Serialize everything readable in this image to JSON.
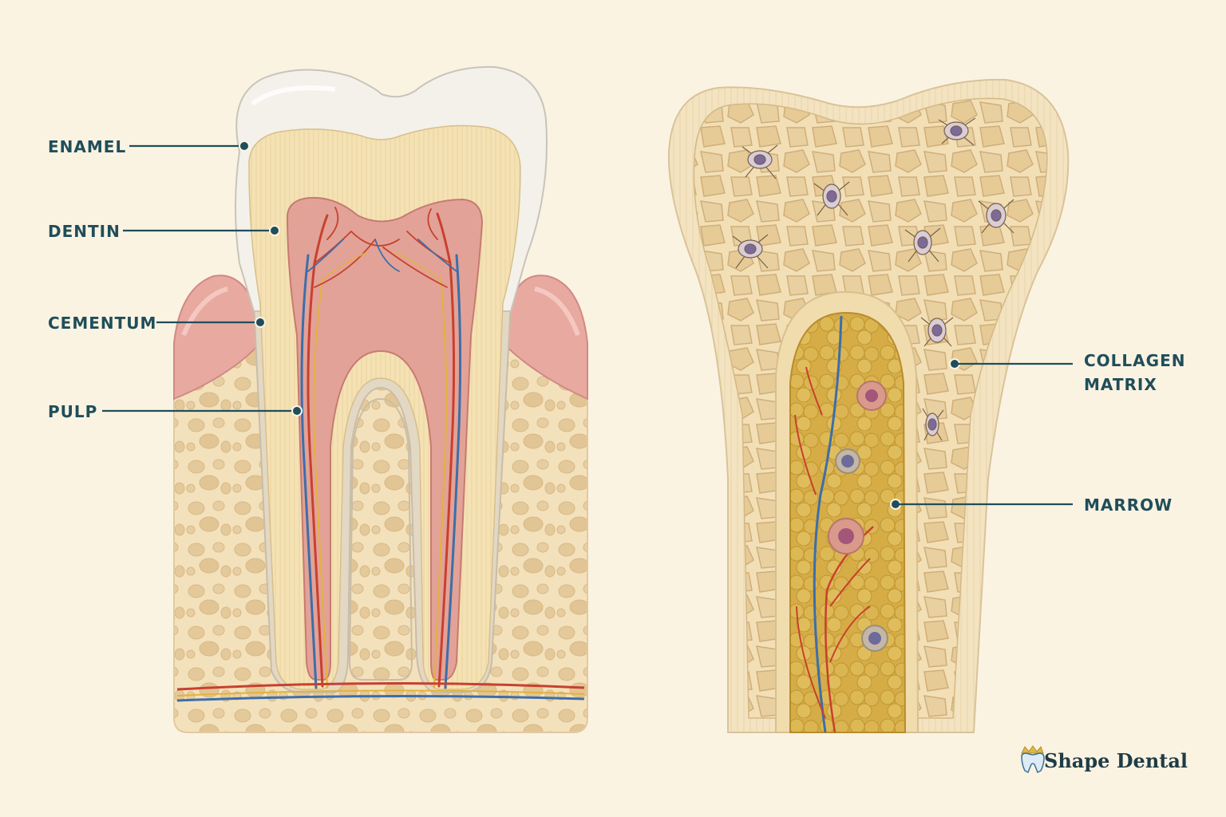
{
  "colors": {
    "background": "#fbf3e2",
    "label": "#1f4e5a",
    "enamel": "#f3f1ea",
    "dentin": "#f4e2b4",
    "pulp": "#e2a297",
    "gum": "#e8a9a1",
    "bone": "#f4e4c1",
    "marrow": "#d6ae48",
    "artery": "#c8402e",
    "vein": "#3d6ea8",
    "nerve": "#e3b23c",
    "osteocyte": "#8e7aa8"
  },
  "tooth": {
    "labels": {
      "enamel": "ENAMEL",
      "dentin": "DENTIN",
      "cementum": "CEMENTUM",
      "pulp": "PULP"
    }
  },
  "bone": {
    "labels": {
      "collagen_line1": "COLLAGEN",
      "collagen_line2": "MATRIX",
      "marrow": "MARROW"
    }
  },
  "brand": {
    "name": "Shape Dental",
    "icon": "tooth-crown-icon"
  }
}
